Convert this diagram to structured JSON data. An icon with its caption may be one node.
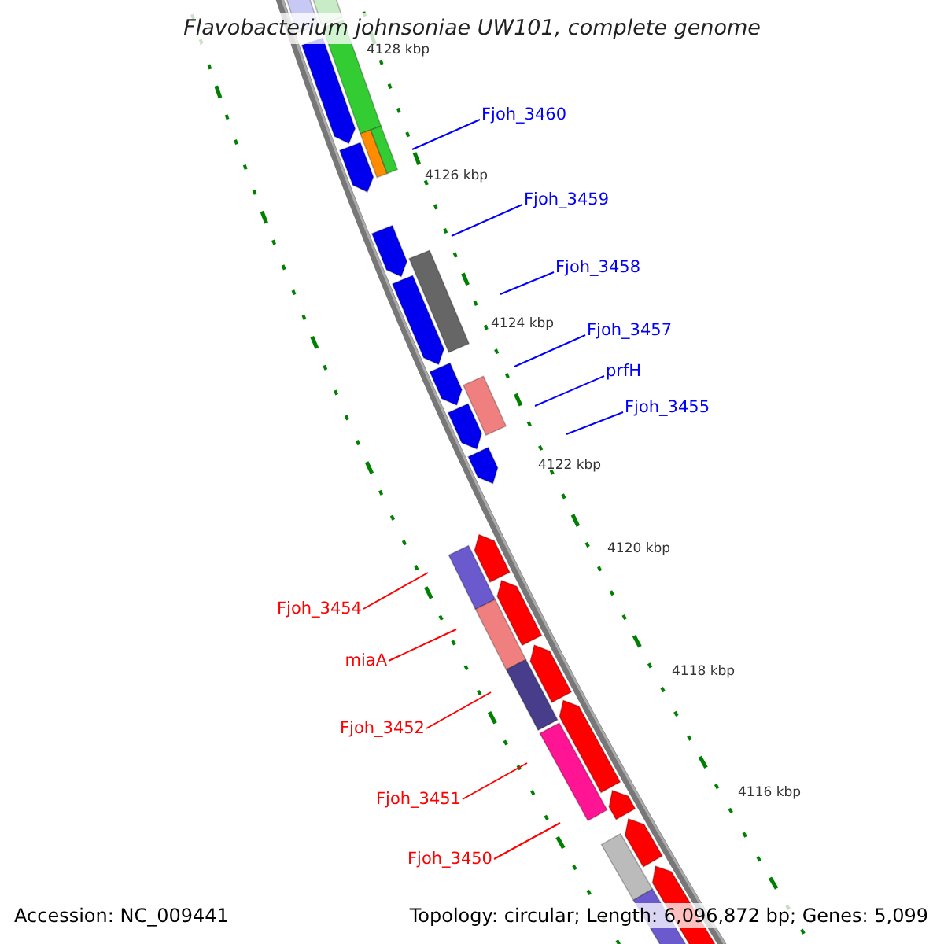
{
  "diagram": {
    "title": "Flavobacterium johnsoniae UW101, complete genome",
    "nodes": [
      {
        "text": [
          "Fjoh_3460"
        ]
      },
      {
        "text": [
          "Fjoh_3459"
        ]
      },
      {
        "text": [
          "Fjoh_3458"
        ]
      },
      {
        "text": [
          "Fjoh_3457"
        ]
      },
      {
        "text": [
          "prfH"
        ]
      },
      {
        "text": [
          "Fjoh_3455"
        ]
      },
      {
        "text": [
          "Fjoh_3454"
        ]
      },
      {
        "text": [
          "miaA"
        ]
      },
      {
        "text": [
          "Fjoh_3452"
        ]
      },
      {
        "text": [
          "Fjoh_3451"
        ]
      },
      {
        "text": [
          "Fjoh_3450"
        ]
      }
    ],
    "edges": [
      {
        "from": 0,
        "to": null,
        "arrow": "none"
      },
      {
        "from": 1,
        "to": null,
        "arrow": "none"
      },
      {
        "from": 2,
        "to": null,
        "arrow": "none"
      },
      {
        "from": 3,
        "to": null,
        "arrow": "none"
      },
      {
        "from": 4,
        "to": null,
        "arrow": "none"
      },
      {
        "from": 5,
        "to": null,
        "arrow": "none"
      },
      {
        "from": 6,
        "to": null,
        "arrow": "none",
        "color": "#ff0000"
      },
      {
        "from": 7,
        "to": null,
        "arrow": "none",
        "color": "#ff0000"
      },
      {
        "from": 8,
        "to": null,
        "arrow": "none",
        "color": "#ff0000"
      },
      {
        "from": 9,
        "to": null,
        "arrow": "none",
        "color": "#ff0000"
      },
      {
        "from": 10,
        "to": null,
        "arrow": "none",
        "color": "#ff0000"
      }
    ],
    "labels": [
      "4128 kbp",
      "4126 kbp",
      "4124 kbp",
      "4122 kbp",
      "4120 kbp",
      "4118 kbp",
      "4116 kbp",
      "Accession: NC_009441",
      "Topology: circular; Length: 6,096,872 bp; Genes: 5,099"
    ]
  }
}
